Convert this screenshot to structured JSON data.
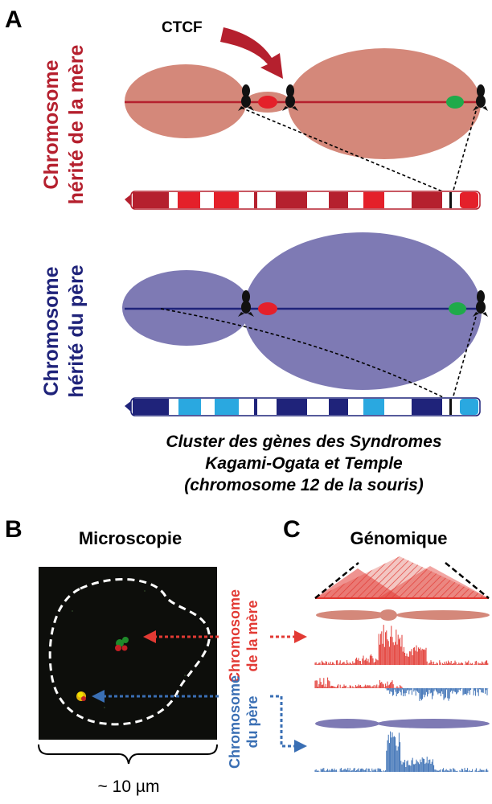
{
  "panels": {
    "a": "A",
    "b": "B",
    "c": "C"
  },
  "panel_a": {
    "ctcf_label": "CTCF",
    "mother_label": [
      "Chromosome",
      "hérité de la mère"
    ],
    "father_label": [
      "Chromosome",
      "hérité du père"
    ],
    "caption": [
      "Cluster des gènes des Syndromes",
      "Kagami-Ogata et Temple",
      "(chromosome 12 de la souris)"
    ]
  },
  "panel_b": {
    "title": "Microscopie",
    "scale": "~ 10 µm"
  },
  "panel_c": {
    "title": "Génomique",
    "mother_label": [
      "Chromosome",
      "de la mère"
    ],
    "father_label": [
      "Chromosome",
      "du père"
    ]
  },
  "colors": {
    "mother_dark": "#b5202e",
    "mother_light": "#d4887a",
    "father_dark": "#1f237a",
    "father_light": "#7e7ab4",
    "father_band_light": "#2aa8e0",
    "ctcf_arrow": "#b5202e",
    "gene_red": "#e4202a",
    "gene_green": "#1faa4a",
    "genomics_red": "#e23a34",
    "genomics_blue": "#3a6fb4",
    "ctcf": "#111111"
  }
}
